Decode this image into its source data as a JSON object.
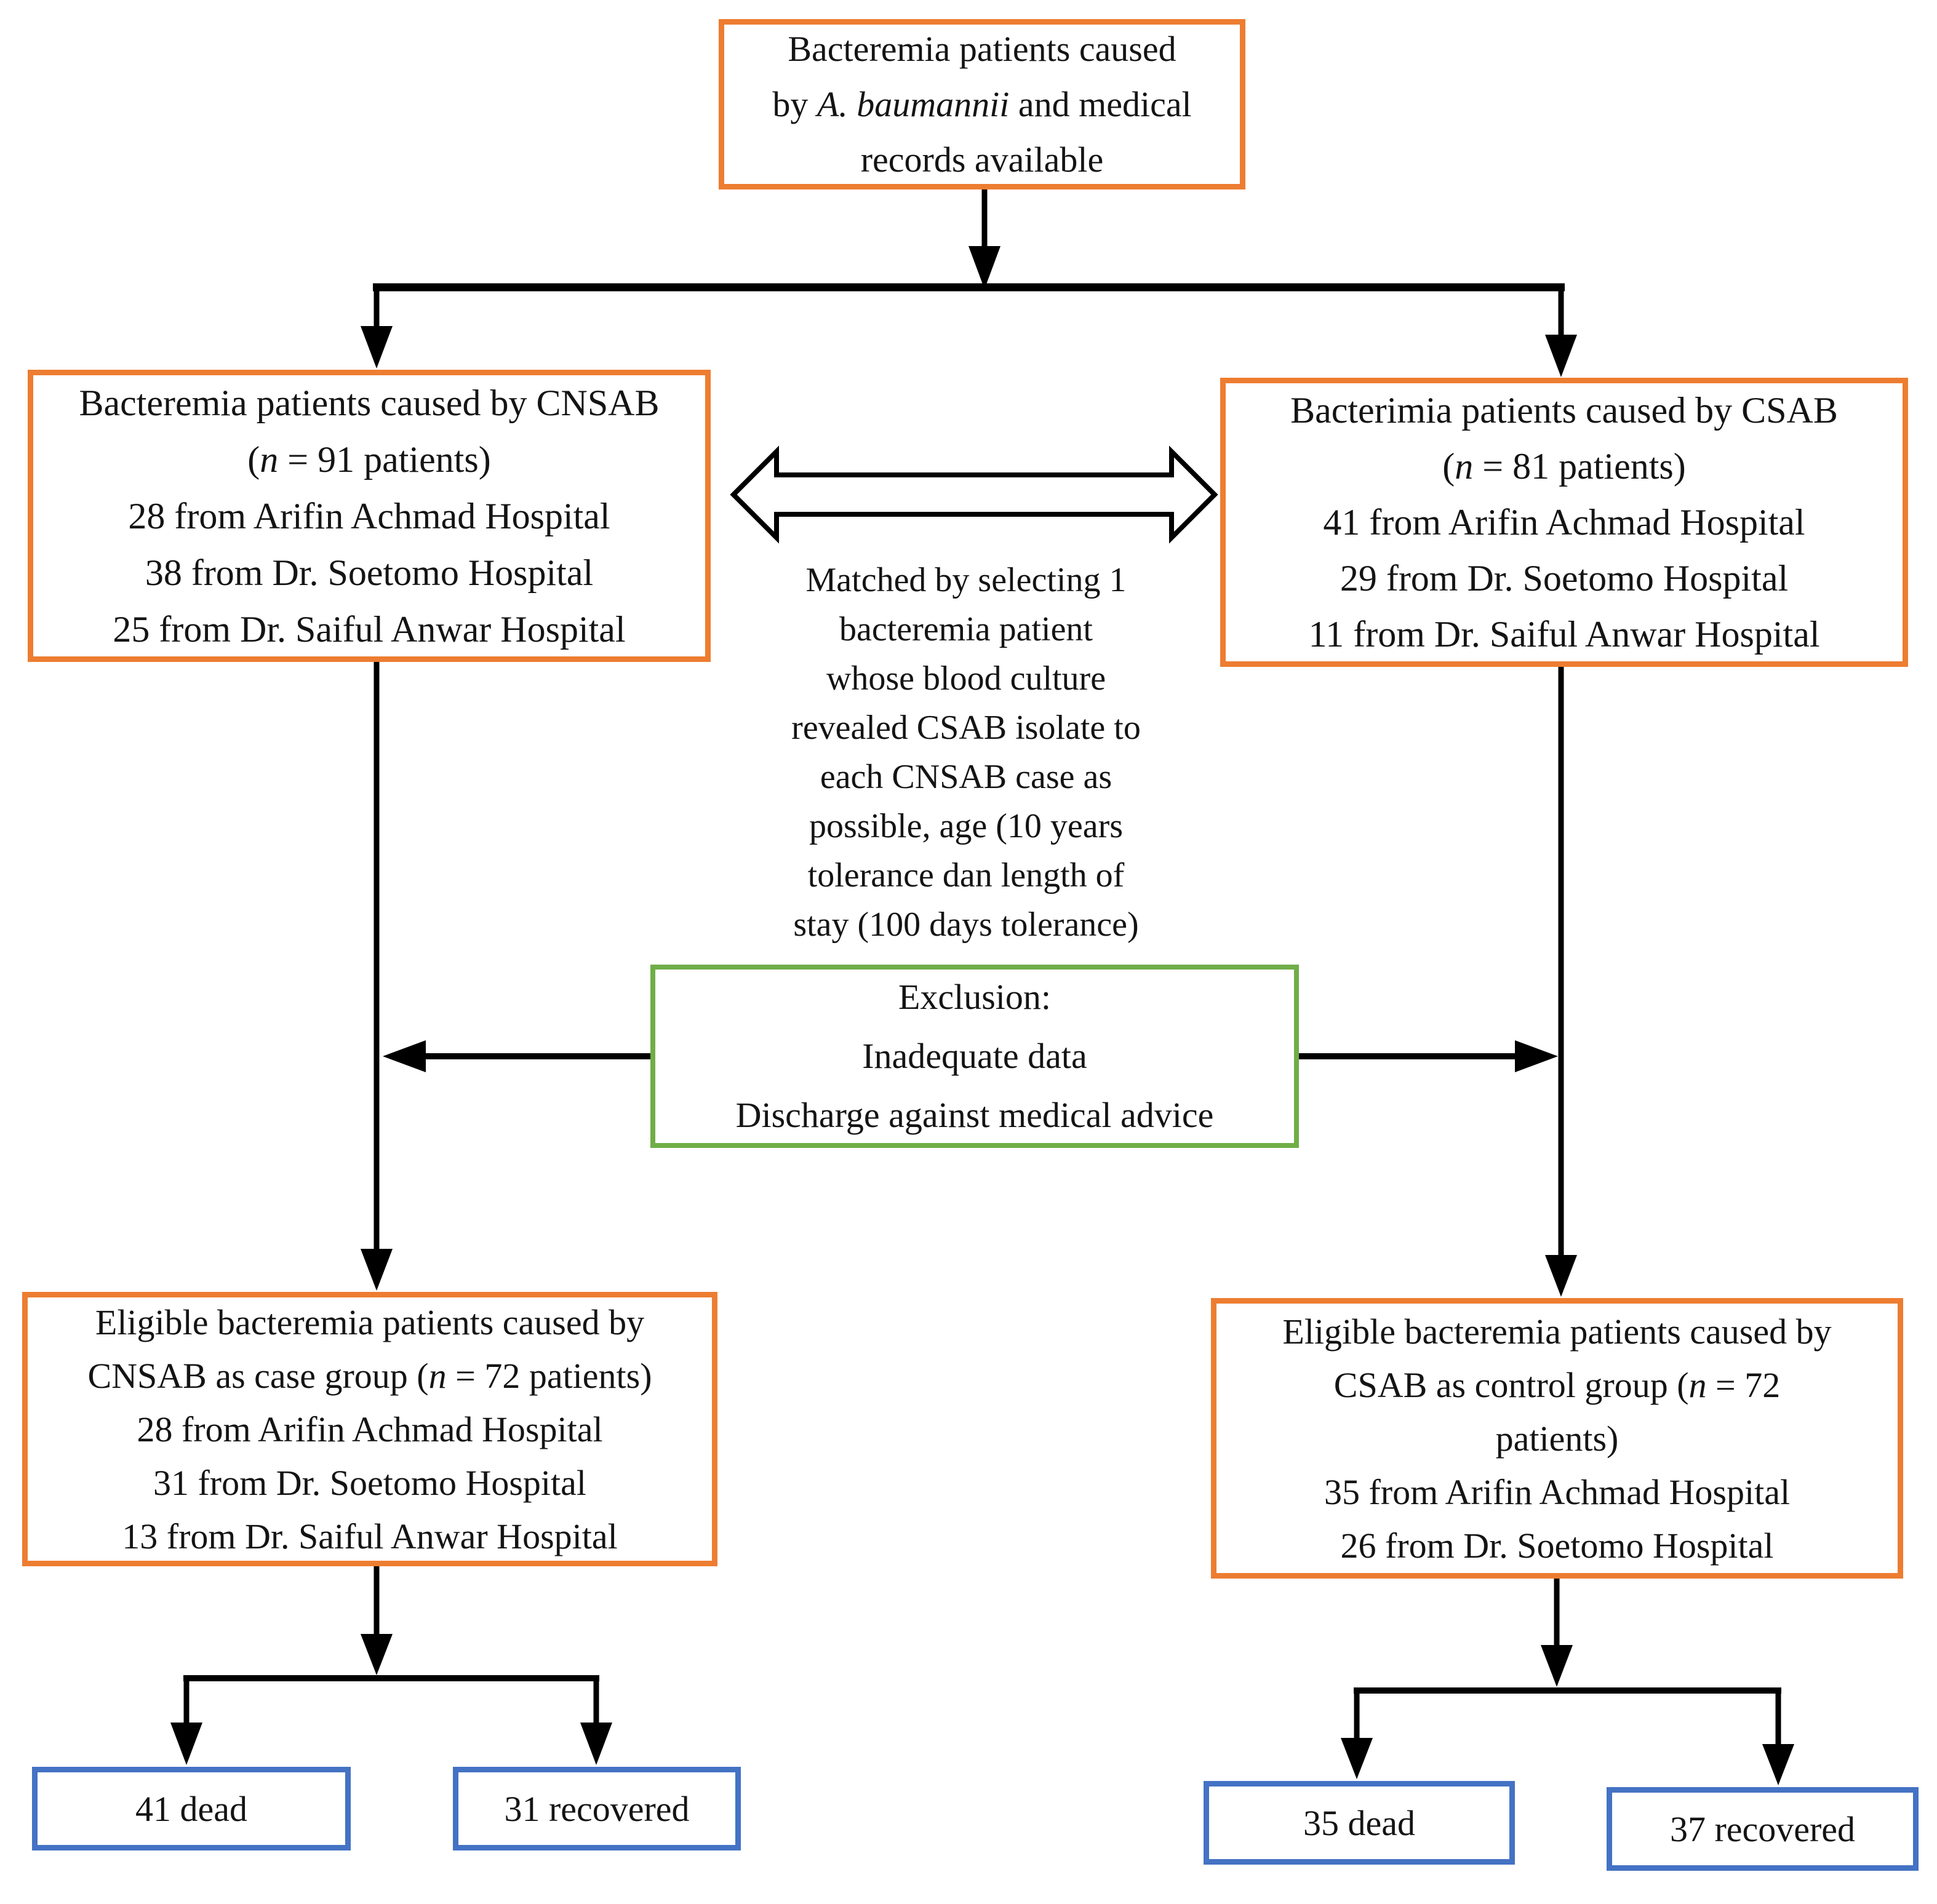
{
  "colors": {
    "orange": "#ED7D31",
    "green": "#70AD47",
    "blue": "#4472C4",
    "line": "#000000"
  },
  "top_box": {
    "line1": "Bacteremia patients caused",
    "line2_pre": "by ",
    "line2_italic": "A. baumannii",
    "line2_post": " and medical",
    "line3": "records available"
  },
  "cnsab_box": {
    "line1": "Bacteremia patients caused by CNSAB",
    "line2_pre": "(",
    "line2_italic": "n",
    "line2_post": " = 91 patients)",
    "line3": "28 from Arifin Achmad Hospital",
    "line4": "38 from Dr. Soetomo Hospital",
    "line5": "25 from Dr. Saiful Anwar Hospital"
  },
  "csab_box": {
    "line1": "Bacterimia patients caused by CSAB",
    "line2_pre": "(",
    "line2_italic": "n",
    "line2_post": " = 81 patients)",
    "line3": "41 from Arifin Achmad Hospital",
    "line4": "29 from Dr. Soetomo Hospital",
    "line5": "11 from Dr. Saiful Anwar Hospital"
  },
  "matched_note": "Matched by selecting 1\nbacteremia patient\nwhose blood culture\nrevealed CSAB isolate to\neach CNSAB case as\npossible, age (10 years\ntolerance dan length of\nstay (100 days tolerance)",
  "exclusion_box": {
    "line1": "Exclusion:",
    "line2": "Inadequate data",
    "line3": "Discharge against medical advice"
  },
  "eligible_cnsab_box": {
    "line1": "Eligible bacteremia patients caused by",
    "line2_pre": "CNSAB as case group (",
    "line2_italic": "n",
    "line2_post": " = 72 patients)",
    "line3": "28 from Arifin Achmad Hospital",
    "line4": "31 from Dr. Soetomo Hospital",
    "line5": "13 from Dr. Saiful Anwar Hospital"
  },
  "eligible_csab_box": {
    "line1": "Eligible bacteremia patients caused by",
    "line2_pre": "CSAB as control group (",
    "line2_italic": "n",
    "line2_post": " = 72",
    "line3": "patients)",
    "line4": "35 from Arifin Achmad Hospital",
    "line5": "26 from Dr. Soetomo Hospital"
  },
  "outcome_boxes": {
    "cnsab_dead": "41 dead",
    "cnsab_recovered": "31 recovered",
    "csab_dead": "35 dead",
    "csab_recovered": "37 recovered"
  }
}
